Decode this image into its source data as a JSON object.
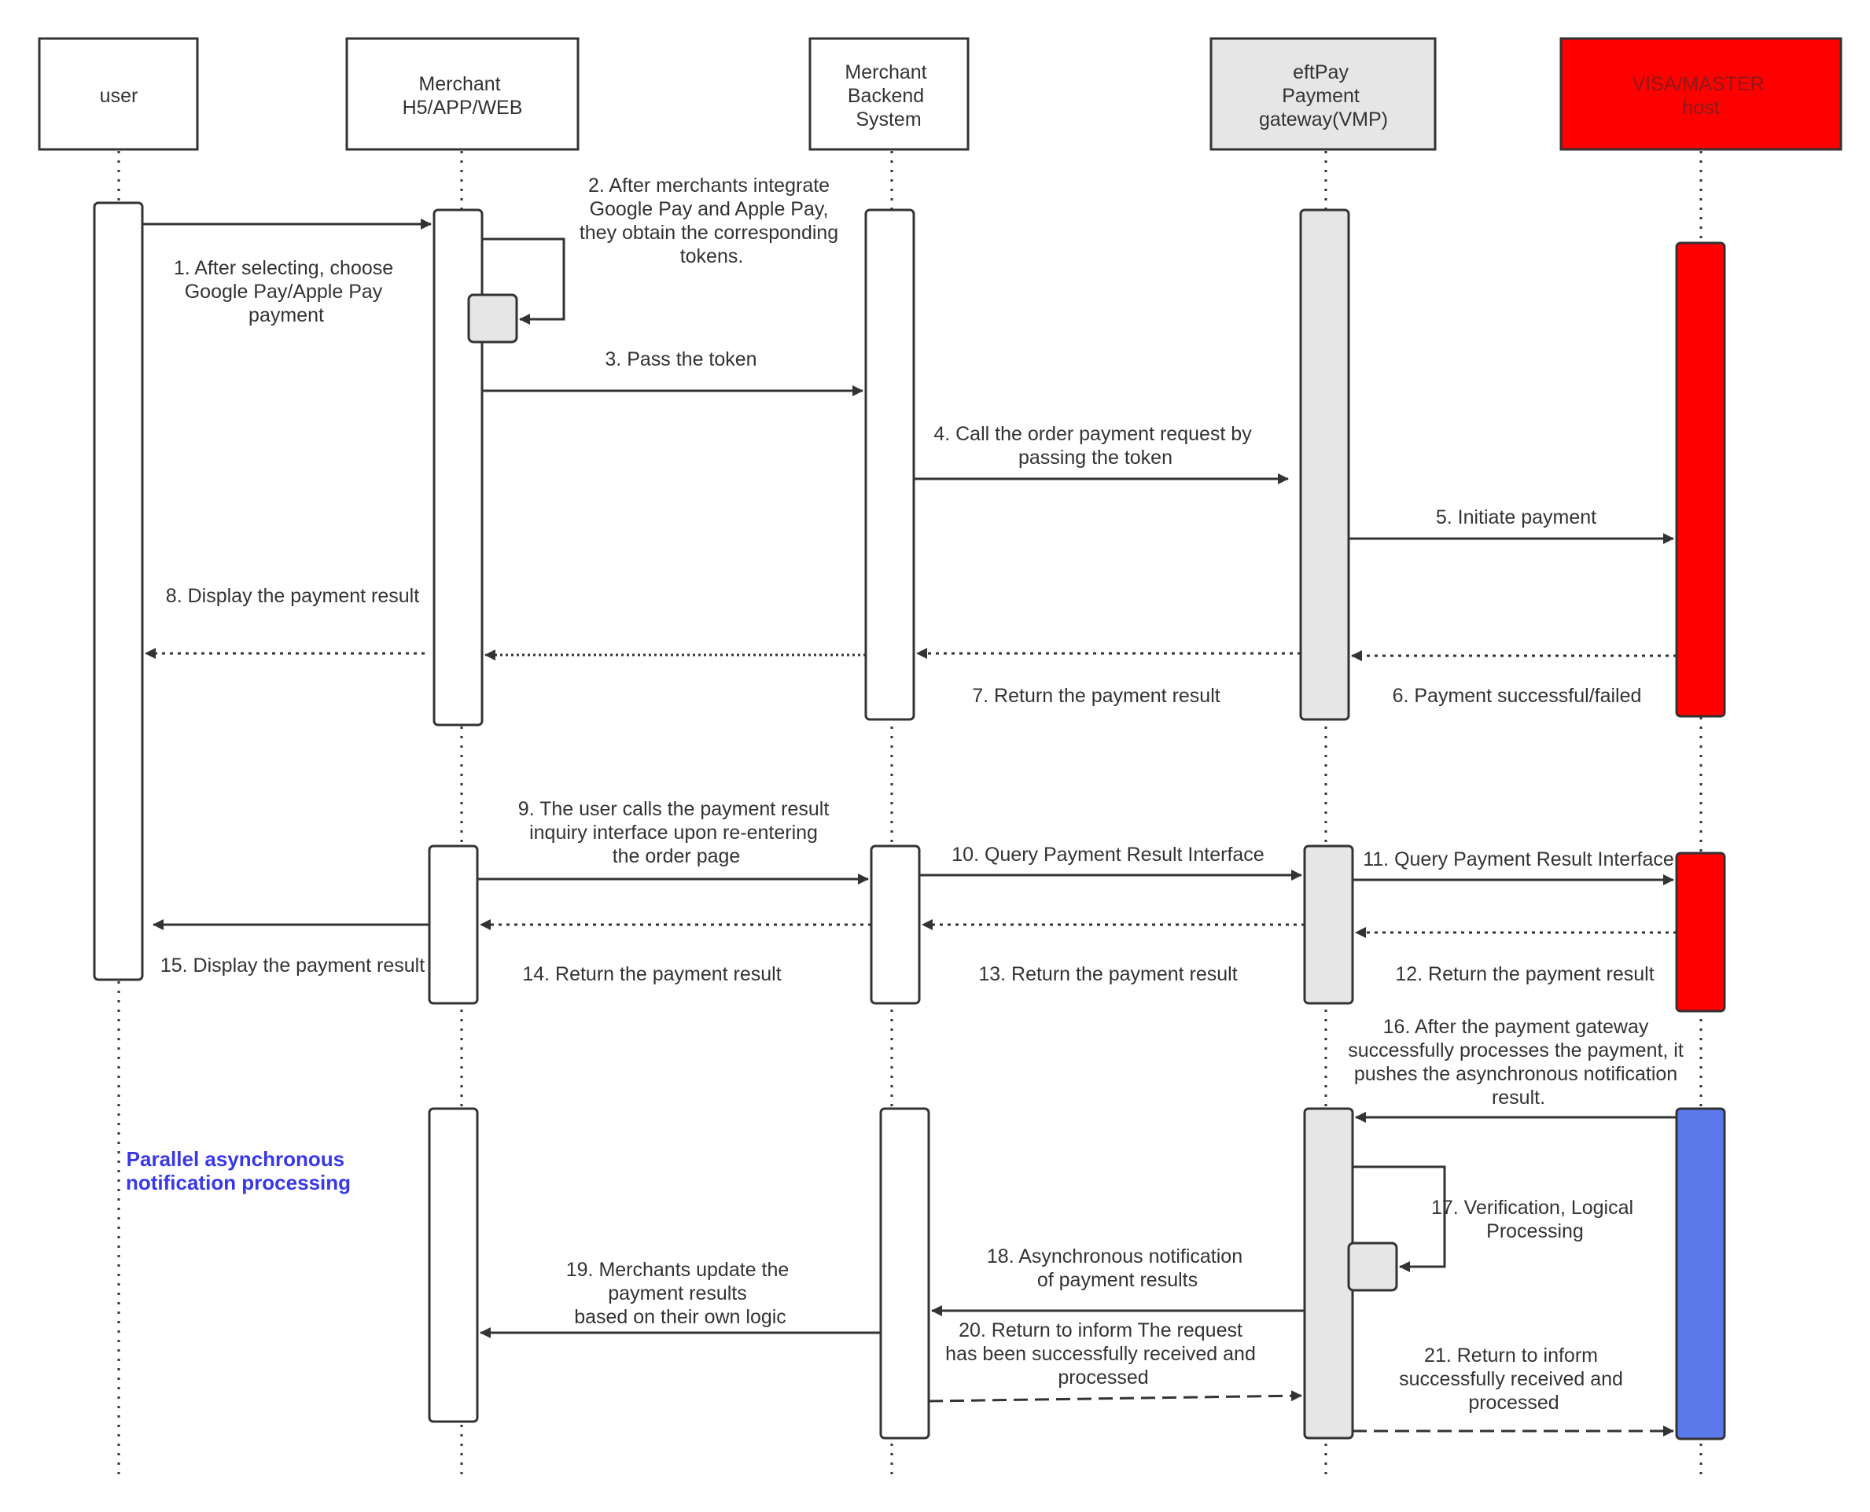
{
  "colors": {
    "line": "#333333",
    "text": "#333333",
    "white": "#ffffff",
    "gray": "#e6e6e6",
    "red": "#ff0000",
    "blue": "#5b78ea",
    "note": "#3838e8",
    "header_red_text": "#8b1a1a"
  },
  "participants": [
    {
      "id": "user",
      "lines": [
        "user"
      ],
      "fill": "white"
    },
    {
      "id": "merchant-h5",
      "lines": [
        "Merchant",
        "H5/APP/WEB"
      ],
      "fill": "white"
    },
    {
      "id": "merchant-backend",
      "lines": [
        "Merchant",
        "Backend",
        "System"
      ],
      "fill": "white"
    },
    {
      "id": "eftpay-gateway",
      "lines": [
        "eftPay",
        "Payment",
        "gateway(VMP)"
      ],
      "fill": "gray"
    },
    {
      "id": "visa-master-host",
      "lines": [
        "VISA/MASTER",
        "host"
      ],
      "fill": "red"
    }
  ],
  "messages": [
    {
      "id": "msg-1",
      "lines": [
        "1. After selecting, choose",
        "Google Pay/Apple Pay",
        "payment"
      ]
    },
    {
      "id": "msg-2",
      "lines": [
        "2. After merchants integrate",
        "Google Pay and Apple Pay,",
        "they obtain the corresponding",
        "tokens."
      ]
    },
    {
      "id": "msg-3",
      "lines": [
        "3. Pass the token"
      ]
    },
    {
      "id": "msg-4",
      "lines": [
        "4. Call the order payment request by",
        "passing the token"
      ]
    },
    {
      "id": "msg-5",
      "lines": [
        "5. Initiate payment"
      ]
    },
    {
      "id": "msg-6",
      "lines": [
        "6. Payment successful/failed"
      ]
    },
    {
      "id": "msg-7",
      "lines": [
        "7. Return the payment result"
      ]
    },
    {
      "id": "msg-8",
      "lines": [
        "8. Display the payment result"
      ]
    },
    {
      "id": "msg-9",
      "lines": [
        "9. The user calls the payment result",
        "inquiry interface upon re-entering",
        "the order page"
      ]
    },
    {
      "id": "msg-10",
      "lines": [
        "10. Query Payment Result Interface"
      ]
    },
    {
      "id": "msg-11",
      "lines": [
        "11. Query Payment Result Interface"
      ]
    },
    {
      "id": "msg-12",
      "lines": [
        "12. Return the payment result"
      ]
    },
    {
      "id": "msg-13",
      "lines": [
        "13. Return the payment result"
      ]
    },
    {
      "id": "msg-14",
      "lines": [
        "14. Return the payment result"
      ]
    },
    {
      "id": "msg-15",
      "lines": [
        "15. Display the payment result"
      ]
    },
    {
      "id": "msg-16",
      "lines": [
        "16. After the payment gateway",
        "successfully processes the payment, it",
        "pushes the asynchronous notification",
        "result."
      ]
    },
    {
      "id": "msg-17",
      "lines": [
        "17. Verification, Logical",
        "Processing"
      ]
    },
    {
      "id": "msg-18",
      "lines": [
        "18. Asynchronous notification",
        "of payment results"
      ]
    },
    {
      "id": "msg-19",
      "lines": [
        "19. Merchants update the",
        "payment results",
        "based on their own logic"
      ]
    },
    {
      "id": "msg-20",
      "lines": [
        "20. Return to inform The request",
        "has been successfully received and",
        "processed"
      ]
    },
    {
      "id": "msg-21",
      "lines": [
        "21. Return to inform",
        "successfully received and",
        "processed"
      ]
    }
  ],
  "note": {
    "lines": [
      "Parallel asynchronous",
      "notification processing"
    ]
  }
}
